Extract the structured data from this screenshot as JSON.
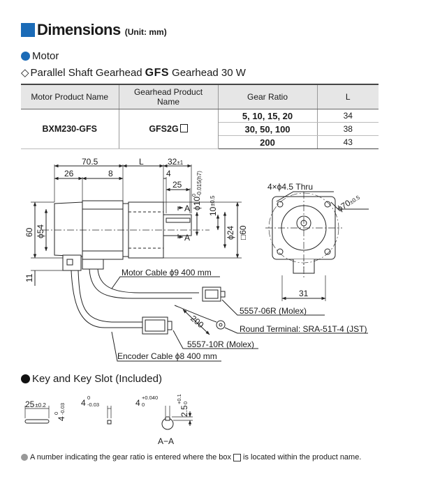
{
  "heading": {
    "title": "Dimensions",
    "unit": "(Unit: mm)"
  },
  "motor_section": "Motor",
  "series": {
    "prefix": "Parallel Shaft Gearhead",
    "bold": "GFS",
    "suffix": "Gearhead 30 W"
  },
  "table": {
    "headers": [
      "Motor Product Name",
      "Gearhead Product Name",
      "Gear Ratio",
      "L"
    ],
    "motor_product": "BXM230-GFS",
    "gearhead_product": "GFS2G",
    "rows": [
      {
        "ratio": "5, 10, 15, 20",
        "L": "34"
      },
      {
        "ratio": "30, 50, 100",
        "L": "38"
      },
      {
        "ratio": "200",
        "L": "43"
      }
    ]
  },
  "drawing": {
    "dims": {
      "overall": "70.5",
      "L": "L",
      "shaft_len": "32",
      "shaft_tol": "±1",
      "d26": "26",
      "d8": "8",
      "d4": "4",
      "d25": "25",
      "shaft_dia": "ϕ10",
      "shaft_dia_tol": "-0.015(h7)",
      "shaft_dia_tol_top": "0",
      "d10": "10",
      "d10_tol": "±0.5",
      "d24": "ϕ24",
      "d60sq": "□60",
      "d60": "60",
      "d54": "ϕ54",
      "d11": "11",
      "sec_a": "A",
      "sec_a2": "A",
      "holes": "4×ϕ4.5 Thru",
      "pcd": "ϕ70",
      "pcd_tol": "±0.5",
      "d31": "31",
      "d200": "200"
    },
    "labels": {
      "motor_cable": "Motor Cable ϕ9  400 mm",
      "conn6": "5557-06R (Molex)",
      "terminal": "Round Terminal: SRA-51T-4 (JST)",
      "conn10": "5557-10R (Molex)",
      "encoder_cable": "Encoder Cable ϕ8  400 mm"
    }
  },
  "key_section": "Key and Key Slot (Included)",
  "key": {
    "k25": "25",
    "k25_tol": "±0.2",
    "k4": "4",
    "k4_tol_top": "0",
    "k4_tol_bot": "-0.03",
    "k4b": "4",
    "k4b_tol_top": "0",
    "k4b_tol_bot": "-0.03",
    "s4": "4",
    "s4_tol_top": "+0.040",
    "s4_tol_bot": "0",
    "s25": "2.5",
    "s25_tol_top": "+0.1",
    "s25_tol_bot": "0",
    "section": "A−A"
  },
  "note": {
    "before": "A number indicating the gear ratio is entered where the box",
    "after": "is located within the product name."
  },
  "colors": {
    "accent": "#1b6bb7",
    "header_bg": "#e6e6e6",
    "note_dot": "#999999"
  }
}
